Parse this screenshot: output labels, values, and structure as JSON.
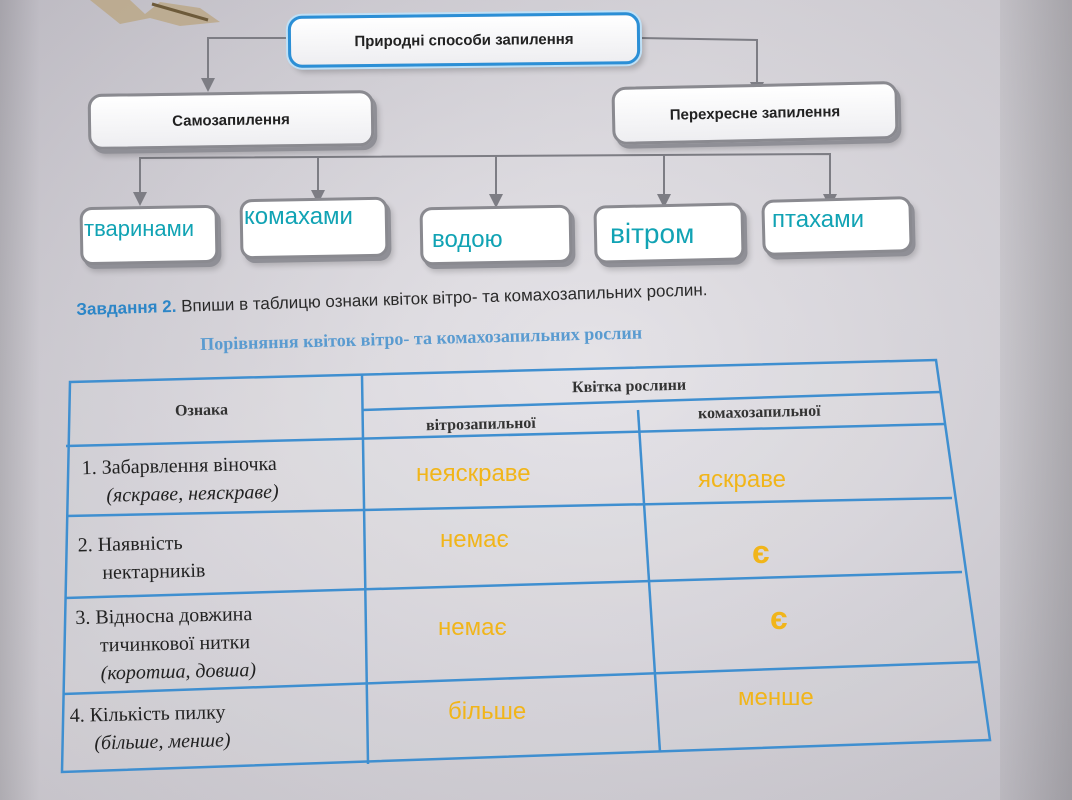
{
  "diagram": {
    "title": "Природні способи запилення",
    "branches": [
      "Самозапилення",
      "Перехресне запилення"
    ],
    "leaves": [
      "тваринами",
      "комахами",
      "водою",
      "вітром",
      "птахами"
    ]
  },
  "task": {
    "label": "Завдання 2.",
    "text": "Впиши в таблицю ознаки квіток вітро- та комахозапильних рослин."
  },
  "table": {
    "caption": "Порівняння квіток вітро- та комахозапильних рослин",
    "header": {
      "feature": "Ознака",
      "group": "Квітка рослини",
      "col1": "вітрозапильної",
      "col2": "комахозапильної"
    },
    "rows": [
      {
        "lines": [
          "1. Забарвлення віночка",
          "(яскраве, неяскраве)"
        ],
        "wind": "неяскраве",
        "insect": "яскраве"
      },
      {
        "lines": [
          "2. Наявність",
          "нектарників"
        ],
        "wind": "немає",
        "insect": "є"
      },
      {
        "lines": [
          "3. Відносна довжина",
          "тичинкової нитки",
          "(коротша, довша)"
        ],
        "wind": "немає",
        "insect": "є"
      },
      {
        "lines": [
          "4. Кількість пилку",
          "(більше, менше)"
        ],
        "wind": "більше",
        "insect": "менше"
      }
    ]
  },
  "colors": {
    "leaf_text": "#11a3b4",
    "answer_text": "#f1b51a",
    "table_line": "#3f8fd0",
    "accent_blue": "#2d86c7"
  }
}
